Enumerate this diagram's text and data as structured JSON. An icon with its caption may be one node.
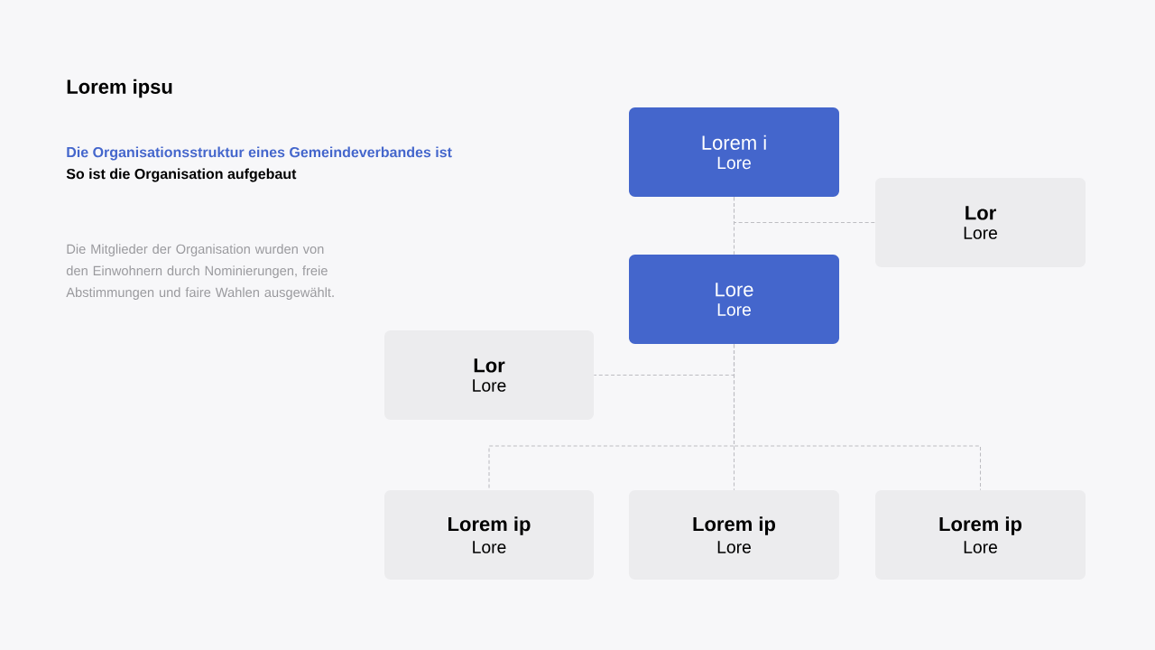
{
  "diagram": {
    "title": "Lorem ipsu",
    "nodes": [
      {
        "text": [
          "Lorem i",
          "Lore"
        ]
      },
      {
        "text": [
          "Lor",
          "Lore"
        ]
      },
      {
        "text": [
          "Lore",
          "Lore"
        ]
      },
      {
        "text": [
          "Lor",
          "Lore"
        ]
      },
      {
        "text": [
          "Lorem ip",
          "Lore"
        ]
      },
      {
        "text": [
          "Lorem ip",
          "Lore"
        ]
      },
      {
        "text": [
          "Lorem ip",
          "Lore"
        ]
      }
    ],
    "edges": [
      {
        "from": 0,
        "to": 2,
        "arrow": "none",
        "style": "dashed"
      },
      {
        "from": 0,
        "to": 1,
        "arrow": "none",
        "style": "dashed"
      },
      {
        "from": 2,
        "to": 3,
        "arrow": "none",
        "style": "dashed"
      },
      {
        "from": 2,
        "to": 4,
        "arrow": "none",
        "style": "dashed"
      },
      {
        "from": 2,
        "to": 5,
        "arrow": "none",
        "style": "dashed"
      },
      {
        "from": 2,
        "to": 6,
        "arrow": "none",
        "style": "dashed"
      }
    ],
    "labels": [
      "Die Organisationsstruktur eines Gemeindeverbandes ist",
      "So ist die Organisation aufgebaut",
      "Die Mitglieder der Organisation wurden von den Einwohnern durch Nominierungen, freie Abstimmungen und faire Wahlen ausgewählt."
    ]
  }
}
